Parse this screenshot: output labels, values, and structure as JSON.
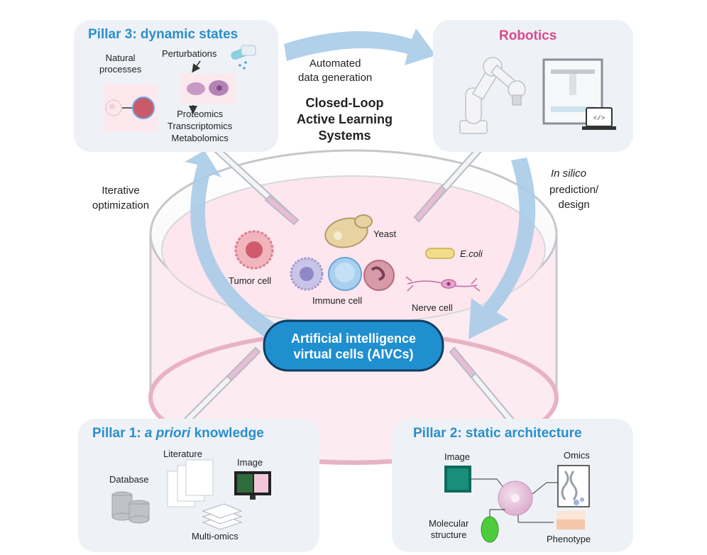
{
  "pillar3": {
    "title": "Pillar 3: dynamic states",
    "natural_processes": "Natural\nprocesses",
    "perturbations": "Perturbations",
    "omics": "Proteomics\nTranscriptomics\nMetabolomics"
  },
  "robotics": {
    "title": "Robotics",
    "code_symbol": "</>"
  },
  "center": {
    "automated": "Automated\ndata generation",
    "closed_loop": "Closed-Loop\nActive Learning\nSystems",
    "iterative": "Iterative\noptimization",
    "in_silico": "In silico",
    "prediction": "prediction/\ndesign"
  },
  "cells": {
    "yeast": "Yeast",
    "ecoli": "E.coli",
    "tumor": "Tumor cell",
    "immune": "Immune cell",
    "nerve": "Nerve cell"
  },
  "aivc": {
    "label": "Artificial intelligence\nvirtual cells (AIVCs)"
  },
  "pillar1": {
    "title_prefix": "Pillar 1: ",
    "title_italic": "a priori",
    "title_suffix": " knowledge",
    "literature": "Literature",
    "image": "Image",
    "database": "Database",
    "multi_omics": "Multi-omics"
  },
  "pillar2": {
    "title": "Pillar 2: static architecture",
    "image": "Image",
    "omics": "Omics",
    "molecular": "Molecular\nstructure",
    "phenotype": "Phenotype"
  },
  "colors": {
    "title_blue": "#2a8fc9",
    "robotics_pink": "#d84a8c",
    "arrow_blue": "#a9cbe8",
    "aivc_blue": "#1f8fd0",
    "panel_bg": "#eef1f6",
    "dish_pink": "#fbe3ea"
  }
}
